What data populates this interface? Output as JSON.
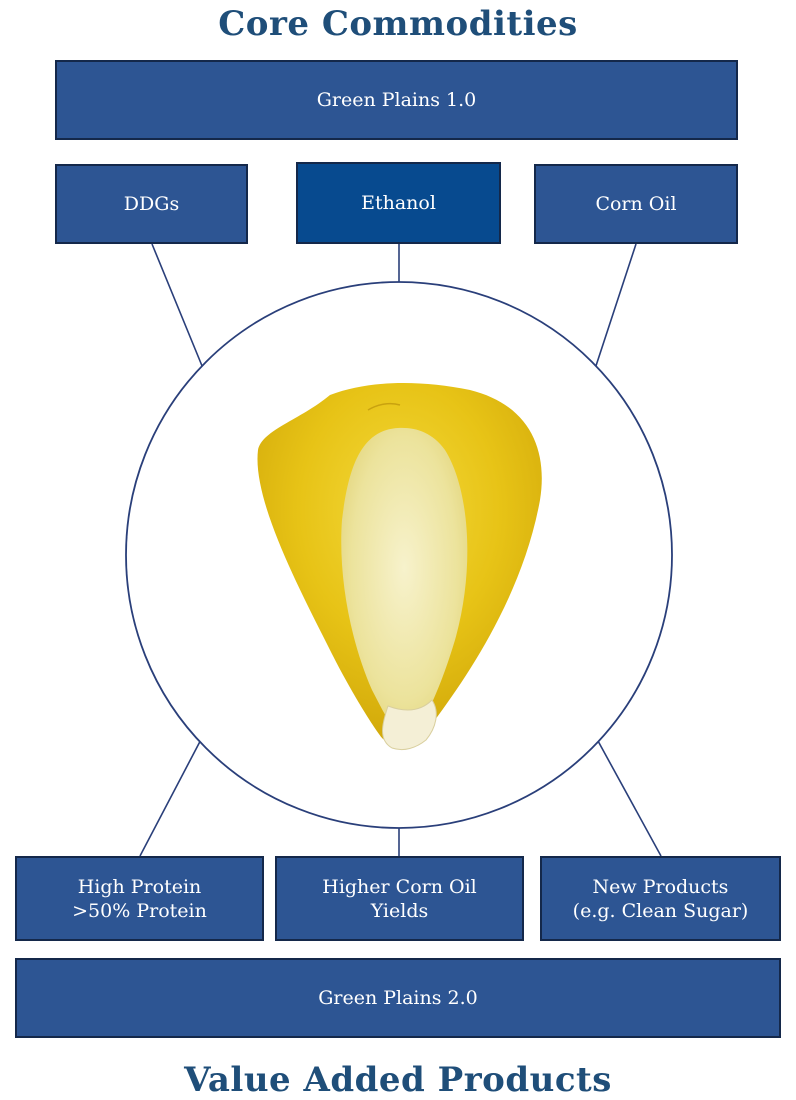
{
  "header": {
    "title": "Core Commodities"
  },
  "footer": {
    "title": "Value Added Products"
  },
  "top_bar": {
    "label": "Green Plains 1.0"
  },
  "top_boxes": [
    {
      "label": "DDGs"
    },
    {
      "label": "Ethanol"
    },
    {
      "label": "Corn Oil"
    }
  ],
  "bottom_boxes": [
    {
      "line1": "High Protein",
      "line2": ">50% Protein"
    },
    {
      "line1": "Higher Corn Oil",
      "line2": "Yields"
    },
    {
      "line1": "New Products",
      "line2": "(e.g. Clean Sugar)"
    }
  ],
  "bottom_bar": {
    "label": "Green Plains 2.0"
  },
  "colors": {
    "heading": "#1f4e79",
    "box_fill": "#2d5593",
    "ethanol_fill": "#074a8f",
    "box_border": "#14284a",
    "connector": "#2a3f7a",
    "kernel_yellow": "#e6c21a",
    "kernel_pale": "#f1eab0"
  },
  "icons": {
    "center_image": "corn-kernel-icon"
  }
}
